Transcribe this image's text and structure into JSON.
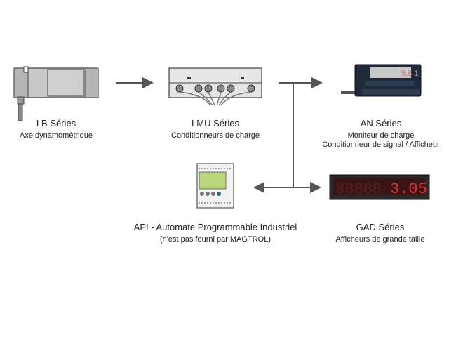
{
  "nodes": {
    "lb": {
      "title": "LB Séries",
      "subtitle": [
        "Axe dynamométrique"
      ]
    },
    "lmu": {
      "title": "LMU Séries",
      "subtitle": [
        "Conditionneurs de charge"
      ]
    },
    "an": {
      "title": "AN Séries",
      "subtitle": [
        "Moniteur de charge",
        "Conditionneur de signal / Afficheur"
      ],
      "display_value": "5.8 1"
    },
    "api": {
      "title": "API - Automate Programmable Industriel",
      "subtitle": [
        "(n'est pas fourni par MAGTROL)"
      ]
    },
    "gad": {
      "title": "GAD Séries",
      "subtitle": [
        "Afficheurs de grande taille"
      ],
      "display_value": "3.05"
    }
  },
  "colors": {
    "arrow": "#555555",
    "gad_digit": "#e03030",
    "gad_bg": "#2a2a2a",
    "an_body": "#1f2b3a",
    "api_screen": "#b9d77a"
  }
}
